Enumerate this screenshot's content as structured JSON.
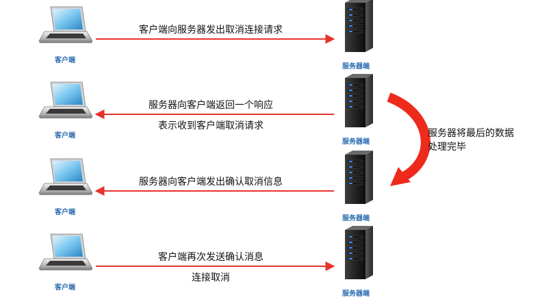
{
  "rows": [
    {
      "client_label": "客户端",
      "server_label": "服务器端",
      "direction": "to-server",
      "message_lines": [
        "客户端向服务器发出取消连接请求"
      ]
    },
    {
      "client_label": "客户端",
      "server_label": "服务器端",
      "direction": "to-client",
      "message_lines": [
        "服务器向客户端返回一个响应",
        "表示收到客户端取消请求"
      ]
    },
    {
      "client_label": "客户端",
      "server_label": "服务器端",
      "direction": "to-client",
      "message_lines": [
        "服务器向客户端发出确认取消信息"
      ]
    },
    {
      "client_label": "客户端",
      "server_label": "服务器端",
      "direction": "to-server",
      "message_lines": [
        "客户端再次发送确认消息",
        "连接取消"
      ]
    }
  ],
  "side_note": {
    "lines": [
      "服务器将最后的数据",
      "处理完毕"
    ]
  },
  "colors": {
    "arrow": "#e8322b",
    "curved_arrow": "#ee2a1c",
    "label": "#2b6cb0",
    "text": "#111111"
  },
  "icons": {
    "client": "laptop-icon",
    "server": "server-tower-icon"
  }
}
